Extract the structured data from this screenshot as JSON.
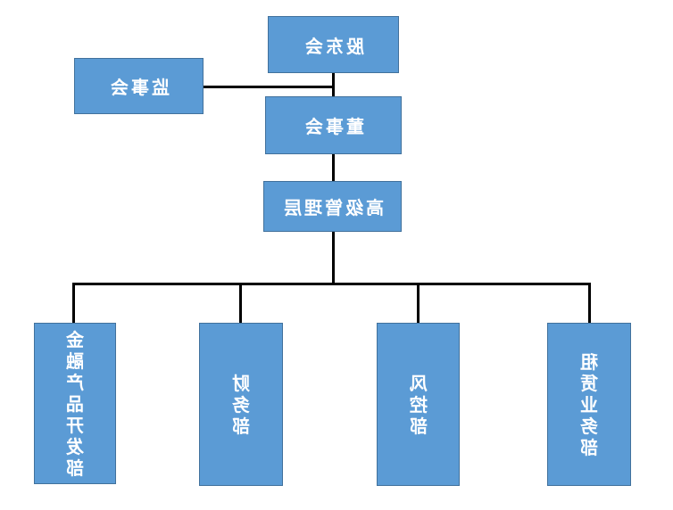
{
  "diagram": {
    "type": "org-chart",
    "text_rendering": "mirrored-horizontally",
    "nodes": {
      "shareholders": {
        "label": "股东会",
        "level": 1
      },
      "supervisory": {
        "label": "监事会",
        "level": 1,
        "attachment": "side-branch"
      },
      "board": {
        "label": "董事会",
        "level": 2
      },
      "senior_mgmt": {
        "label": "高级管理层",
        "level": 3
      },
      "dept_product": {
        "label": "金融产品开发部",
        "level": 4
      },
      "dept_finance": {
        "label": "财务部",
        "level": 4
      },
      "dept_risk": {
        "label": "风控部",
        "level": 4
      },
      "dept_leasing": {
        "label": "租赁业务部",
        "level": 4
      }
    },
    "edges": [
      {
        "from": "股东会",
        "to": "董事会"
      },
      {
        "from": "监事会",
        "to": "股东会-董事会连线",
        "type": "side"
      },
      {
        "from": "董事会",
        "to": "高级管理层"
      },
      {
        "from": "高级管理层",
        "to": "金融产品开发部"
      },
      {
        "from": "高级管理层",
        "to": "财务部"
      },
      {
        "from": "高级管理层",
        "to": "风控部"
      },
      {
        "from": "高级管理层",
        "to": "租赁业务部"
      }
    ],
    "colors": {
      "box_fill": "#5B9BD5",
      "box_border": "#41719C",
      "label_text": "#FFFFFF",
      "connector": "#000000",
      "background": "#FFFFFF"
    }
  }
}
